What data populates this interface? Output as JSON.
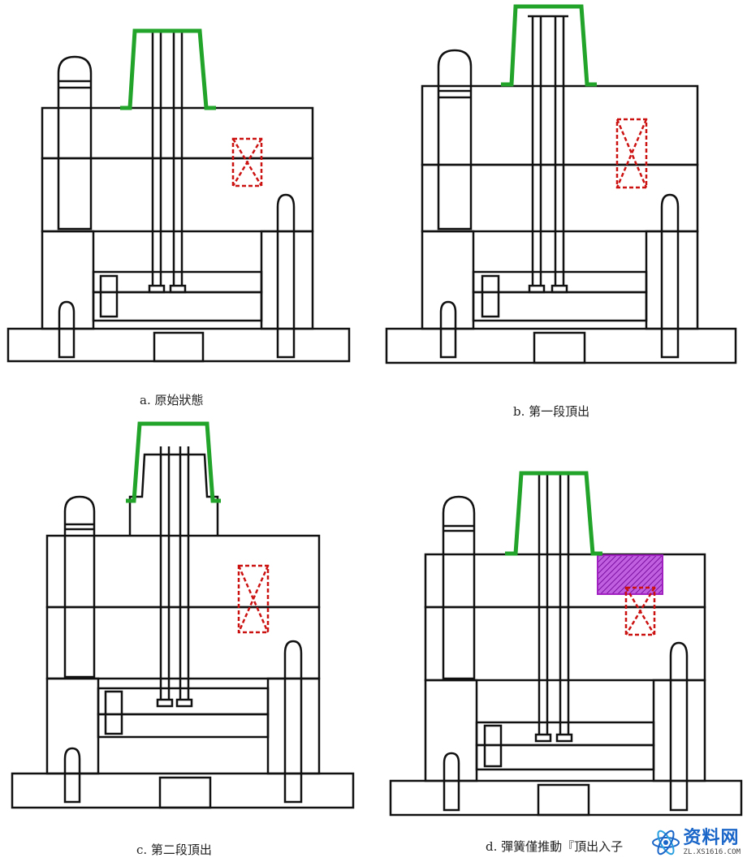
{
  "panels": [
    {
      "id": "a",
      "caption": "a. 原始狀態"
    },
    {
      "id": "b",
      "caption": "b. 第一段頂出"
    },
    {
      "id": "c",
      "caption": "c. 第二段頂出"
    },
    {
      "id": "d",
      "caption": "d. 彈簧僅推動『頂出入子"
    }
  ],
  "watermark": {
    "title": "资料网",
    "url": "ZL.XS1616.COM"
  },
  "colors": {
    "outline": "#111111",
    "product": "#22a32a",
    "spring": "#cc1111",
    "insert": "#a020c0"
  }
}
